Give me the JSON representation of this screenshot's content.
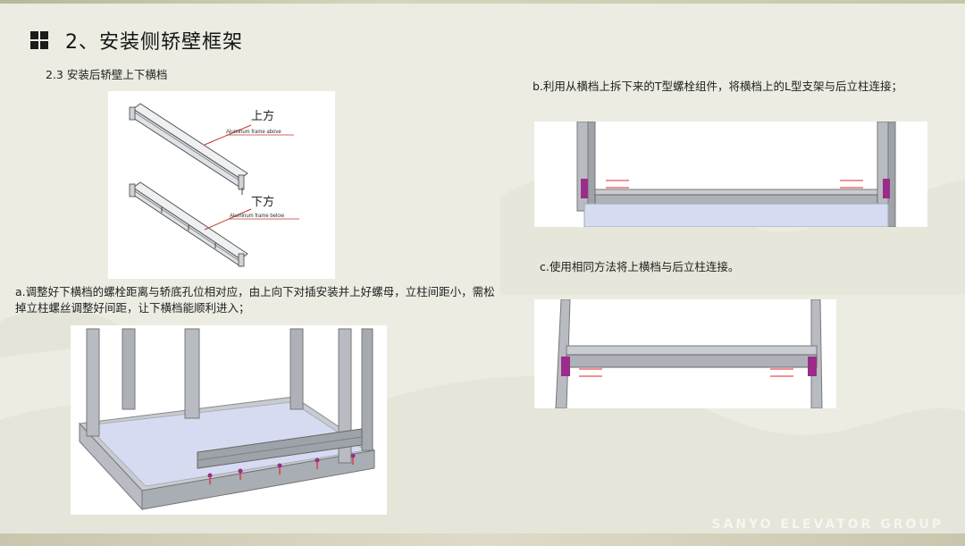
{
  "header": {
    "title": "2、安装侧轿壁框架",
    "subtitle": "2.3  安装后轿壁上下横档"
  },
  "figures": {
    "rails": {
      "upper_label_cn": "上方",
      "upper_label_en": "Aluminum frame above",
      "lower_label_cn": "下方",
      "lower_label_en": "Aluminum frame below"
    }
  },
  "steps": {
    "a": "a.调整好下横档的螺栓距离与轿底孔位相对应，由上向下对插安装并上好螺母，立柱间距小，需松掉立柱螺丝调整好间距，让下横档能顺利进入；",
    "b": "b.利用从横档上拆下来的T型螺栓组件，将横档上的L型支架与后立柱连接；",
    "c": "c.使用相同方法将上横档与后立柱连接。"
  },
  "footer": {
    "brand": "SANYO ELEVATOR GROUP"
  },
  "colors": {
    "background": "#ecece3",
    "metal": "#b8bcc2",
    "floor": "#d7dbf2",
    "bolt": "#9b2c8a",
    "arrow": "#e0262a"
  }
}
